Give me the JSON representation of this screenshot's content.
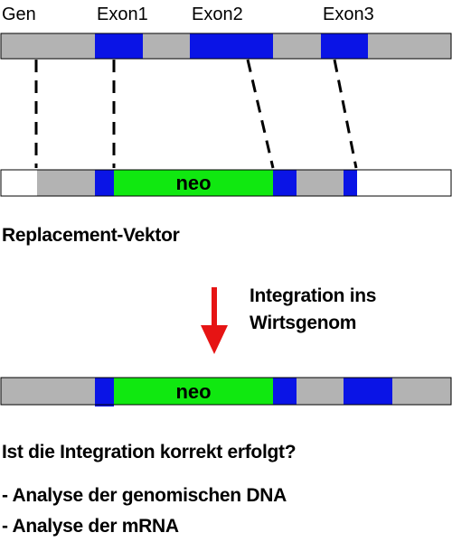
{
  "colors": {
    "intron": "#b3b3b3",
    "exon": "#0a14e6",
    "neo": "#10e810",
    "blank": "#ffffff",
    "outline": "#000000",
    "arrow": "#e61414"
  },
  "gene_labels": {
    "gen": "Gen",
    "exon1": "Exon1",
    "exon2": "Exon2",
    "exon3": "Exon3"
  },
  "vector": {
    "neo_label": "neo",
    "caption": "Replacement-Vektor"
  },
  "arrow": {
    "line1": "Integration ins",
    "line2": "Wirtsgenom"
  },
  "integrated": {
    "neo_label": "neo"
  },
  "questions": {
    "question": "Ist die Integration korrekt erfolgt?",
    "item1": "- Analyse der genomischen DNA",
    "item2": "- Analyse der mRNA"
  }
}
